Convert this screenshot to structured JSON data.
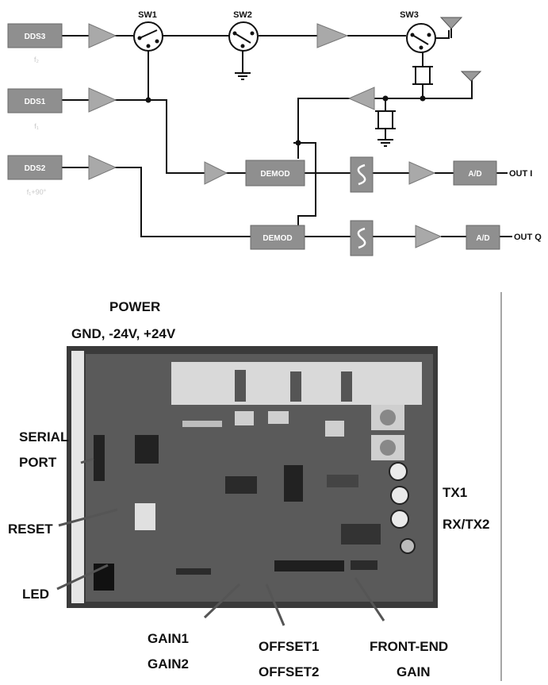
{
  "block_diagram": {
    "sources": [
      {
        "label": "DDS3",
        "sub": "f₂"
      },
      {
        "label": "DDS1",
        "sub": "f₁"
      },
      {
        "label": "DDS2",
        "sub": "f₁+90°"
      }
    ],
    "switches": [
      "SW1",
      "SW2",
      "SW3"
    ],
    "demods": [
      "DEMOD",
      "DEMOD"
    ],
    "adcs": [
      "A/D",
      "A/D"
    ],
    "outputs": [
      "OUT I",
      "OUT Q"
    ]
  },
  "photo": {
    "labels": {
      "power": "POWER",
      "power_rails": "GND, -24V, +24V",
      "serial": "SERIAL",
      "port": "PORT",
      "reset": "RESET",
      "led": "LED",
      "tx1": "TX1",
      "rxtx2": "RX/TX2",
      "gain1": "GAIN1",
      "gain2": "GAIN2",
      "offset1": "OFFSET1",
      "offset2": "OFFSET2",
      "frontend": "FRONT-END",
      "gain": "GAIN"
    }
  }
}
